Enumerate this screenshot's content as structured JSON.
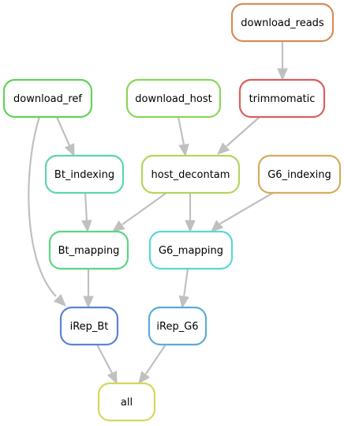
{
  "nodes": {
    "download_reads": {
      "label": "download_reads",
      "color": "#d88c5a"
    },
    "download_ref": {
      "label": "download_ref",
      "color": "#62d25c"
    },
    "download_host": {
      "label": "download_host",
      "color": "#8ad65c"
    },
    "trimmomatic": {
      "label": "trimmomatic",
      "color": "#d95f5f"
    },
    "Bt_indexing": {
      "label": "Bt_indexing",
      "color": "#5cd6ac"
    },
    "host_decontam": {
      "label": "host_decontam",
      "color": "#b3d65c"
    },
    "G6_indexing": {
      "label": "G6_indexing",
      "color": "#d6ac5c"
    },
    "Bt_mapping": {
      "label": "Bt_mapping",
      "color": "#5cd682"
    },
    "G6_mapping": {
      "label": "G6_mapping",
      "color": "#5cd6d6"
    },
    "iRep_Bt": {
      "label": "iRep_Bt",
      "color": "#5c82d6"
    },
    "iRep_G6": {
      "label": "iRep_G6",
      "color": "#5cacd6"
    },
    "all": {
      "label": "all",
      "color": "#d6d65c"
    }
  },
  "edges": [
    {
      "from": "download_reads",
      "to": "trimmomatic"
    },
    {
      "from": "trimmomatic",
      "to": "host_decontam"
    },
    {
      "from": "download_host",
      "to": "host_decontam"
    },
    {
      "from": "download_ref",
      "to": "Bt_indexing"
    },
    {
      "from": "download_ref",
      "to": "iRep_Bt"
    },
    {
      "from": "Bt_indexing",
      "to": "Bt_mapping"
    },
    {
      "from": "host_decontam",
      "to": "Bt_mapping"
    },
    {
      "from": "host_decontam",
      "to": "G6_mapping"
    },
    {
      "from": "G6_indexing",
      "to": "G6_mapping"
    },
    {
      "from": "Bt_mapping",
      "to": "iRep_Bt"
    },
    {
      "from": "G6_mapping",
      "to": "iRep_G6"
    },
    {
      "from": "iRep_Bt",
      "to": "all"
    },
    {
      "from": "iRep_G6",
      "to": "all"
    }
  ],
  "edge_color": "#c0c0c0"
}
